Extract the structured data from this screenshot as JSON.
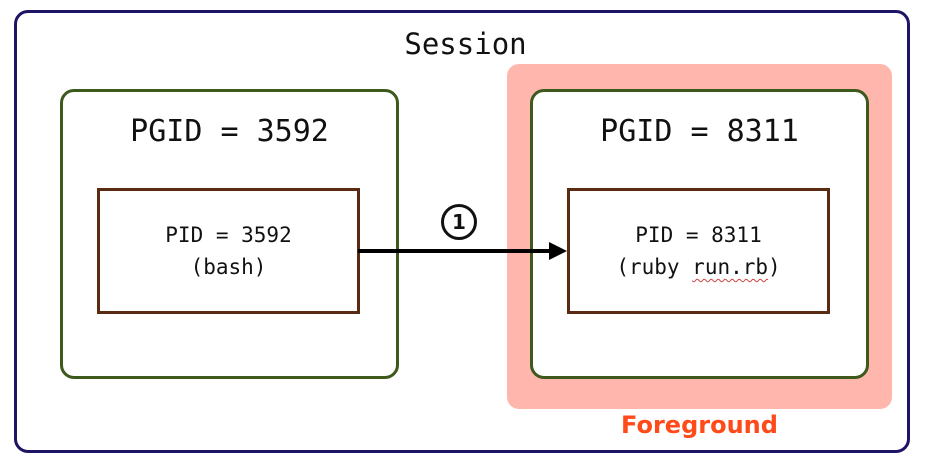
{
  "session": {
    "title": "Session"
  },
  "foreground": {
    "label": "Foreground"
  },
  "groups": [
    {
      "title": "PGID = 3592",
      "process": {
        "pid": "PID = 3592",
        "cmd": "(bash)"
      }
    },
    {
      "title": "PGID = 8311",
      "process": {
        "pid": "PID = 8311",
        "cmd_prefix": "(ruby ",
        "cmd_file": "run.rb",
        "cmd_suffix": ")"
      }
    }
  ],
  "arrow": {
    "step": "1"
  },
  "colors": {
    "session_border": "#1e1466",
    "group_border": "#3d5a1c",
    "process_border": "#5a2a12",
    "foreground_fill": "#ffb6ad",
    "foreground_text": "#ff4a1a"
  }
}
